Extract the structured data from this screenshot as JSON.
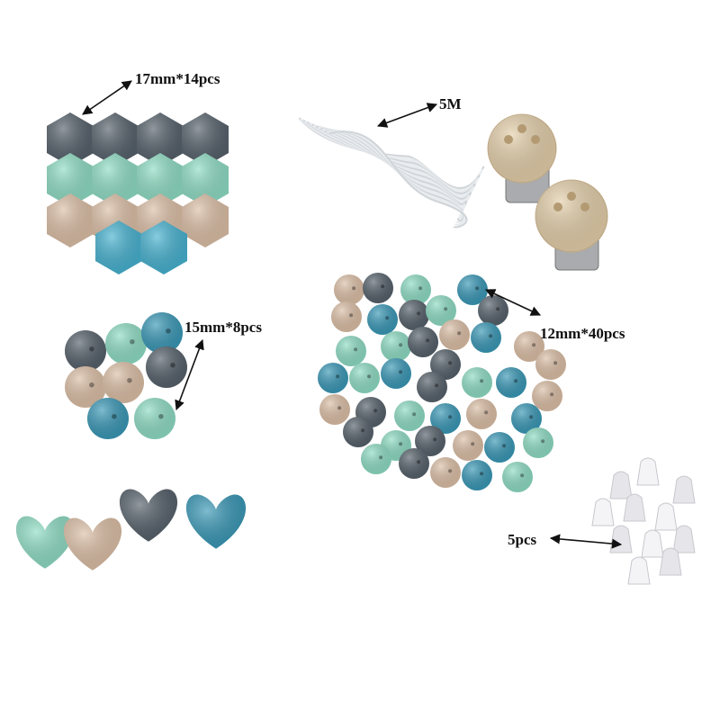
{
  "labels": {
    "hex_beads": "17mm*14pcs",
    "cord": "5M",
    "round_15mm": "15mm*8pcs",
    "round_12mm": "12mm*40pcs",
    "clasps": "5pcs"
  },
  "colors": {
    "gray": "#56616b",
    "mint": "#8edcc3",
    "beige": "#dcbfa6",
    "teal": "#3a98b6",
    "blue": "#47b2d0",
    "wood": "#e4cfaa",
    "metal": "#a9abae"
  }
}
